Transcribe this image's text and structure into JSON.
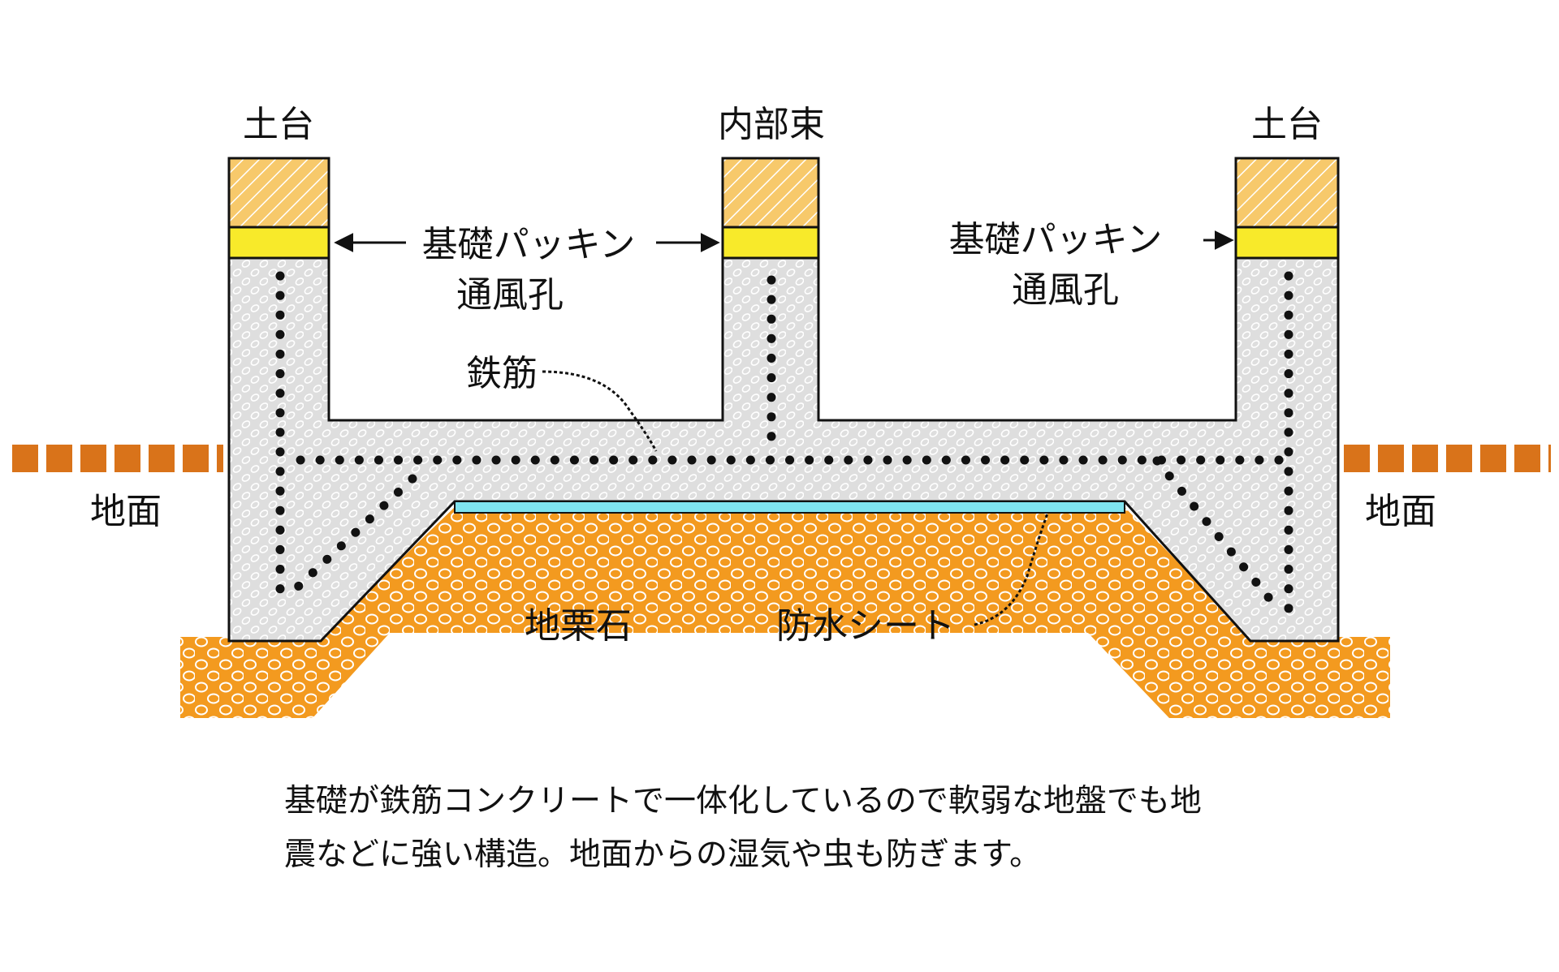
{
  "labels": {
    "dodai_left": "土台",
    "naibu_tsuka": "内部束",
    "dodai_right": "土台",
    "packing_left": "基礎パッキン",
    "vent_left": "通風孔",
    "packing_right": "基礎パッキン",
    "vent_right": "通風孔",
    "rebar": "鉄筋",
    "ground_left": "地面",
    "ground_right": "地面",
    "gravel": "地栗石",
    "waterproof": "防水シート"
  },
  "caption": {
    "line1": "基礎が鉄筋コンクリートで一体化しているので軟弱な地盤でも地",
    "line2": "震などに強い構造。地面からの湿気や虫も防ぎます。"
  },
  "colors": {
    "concrete": "#dcdcdc",
    "gravel": "#f39a1f",
    "wood": "#f7c96b",
    "packing": "#f8ea2a",
    "sheet": "#7fe3ef",
    "ground_line": "#d9731a",
    "rebar": "#111111"
  }
}
